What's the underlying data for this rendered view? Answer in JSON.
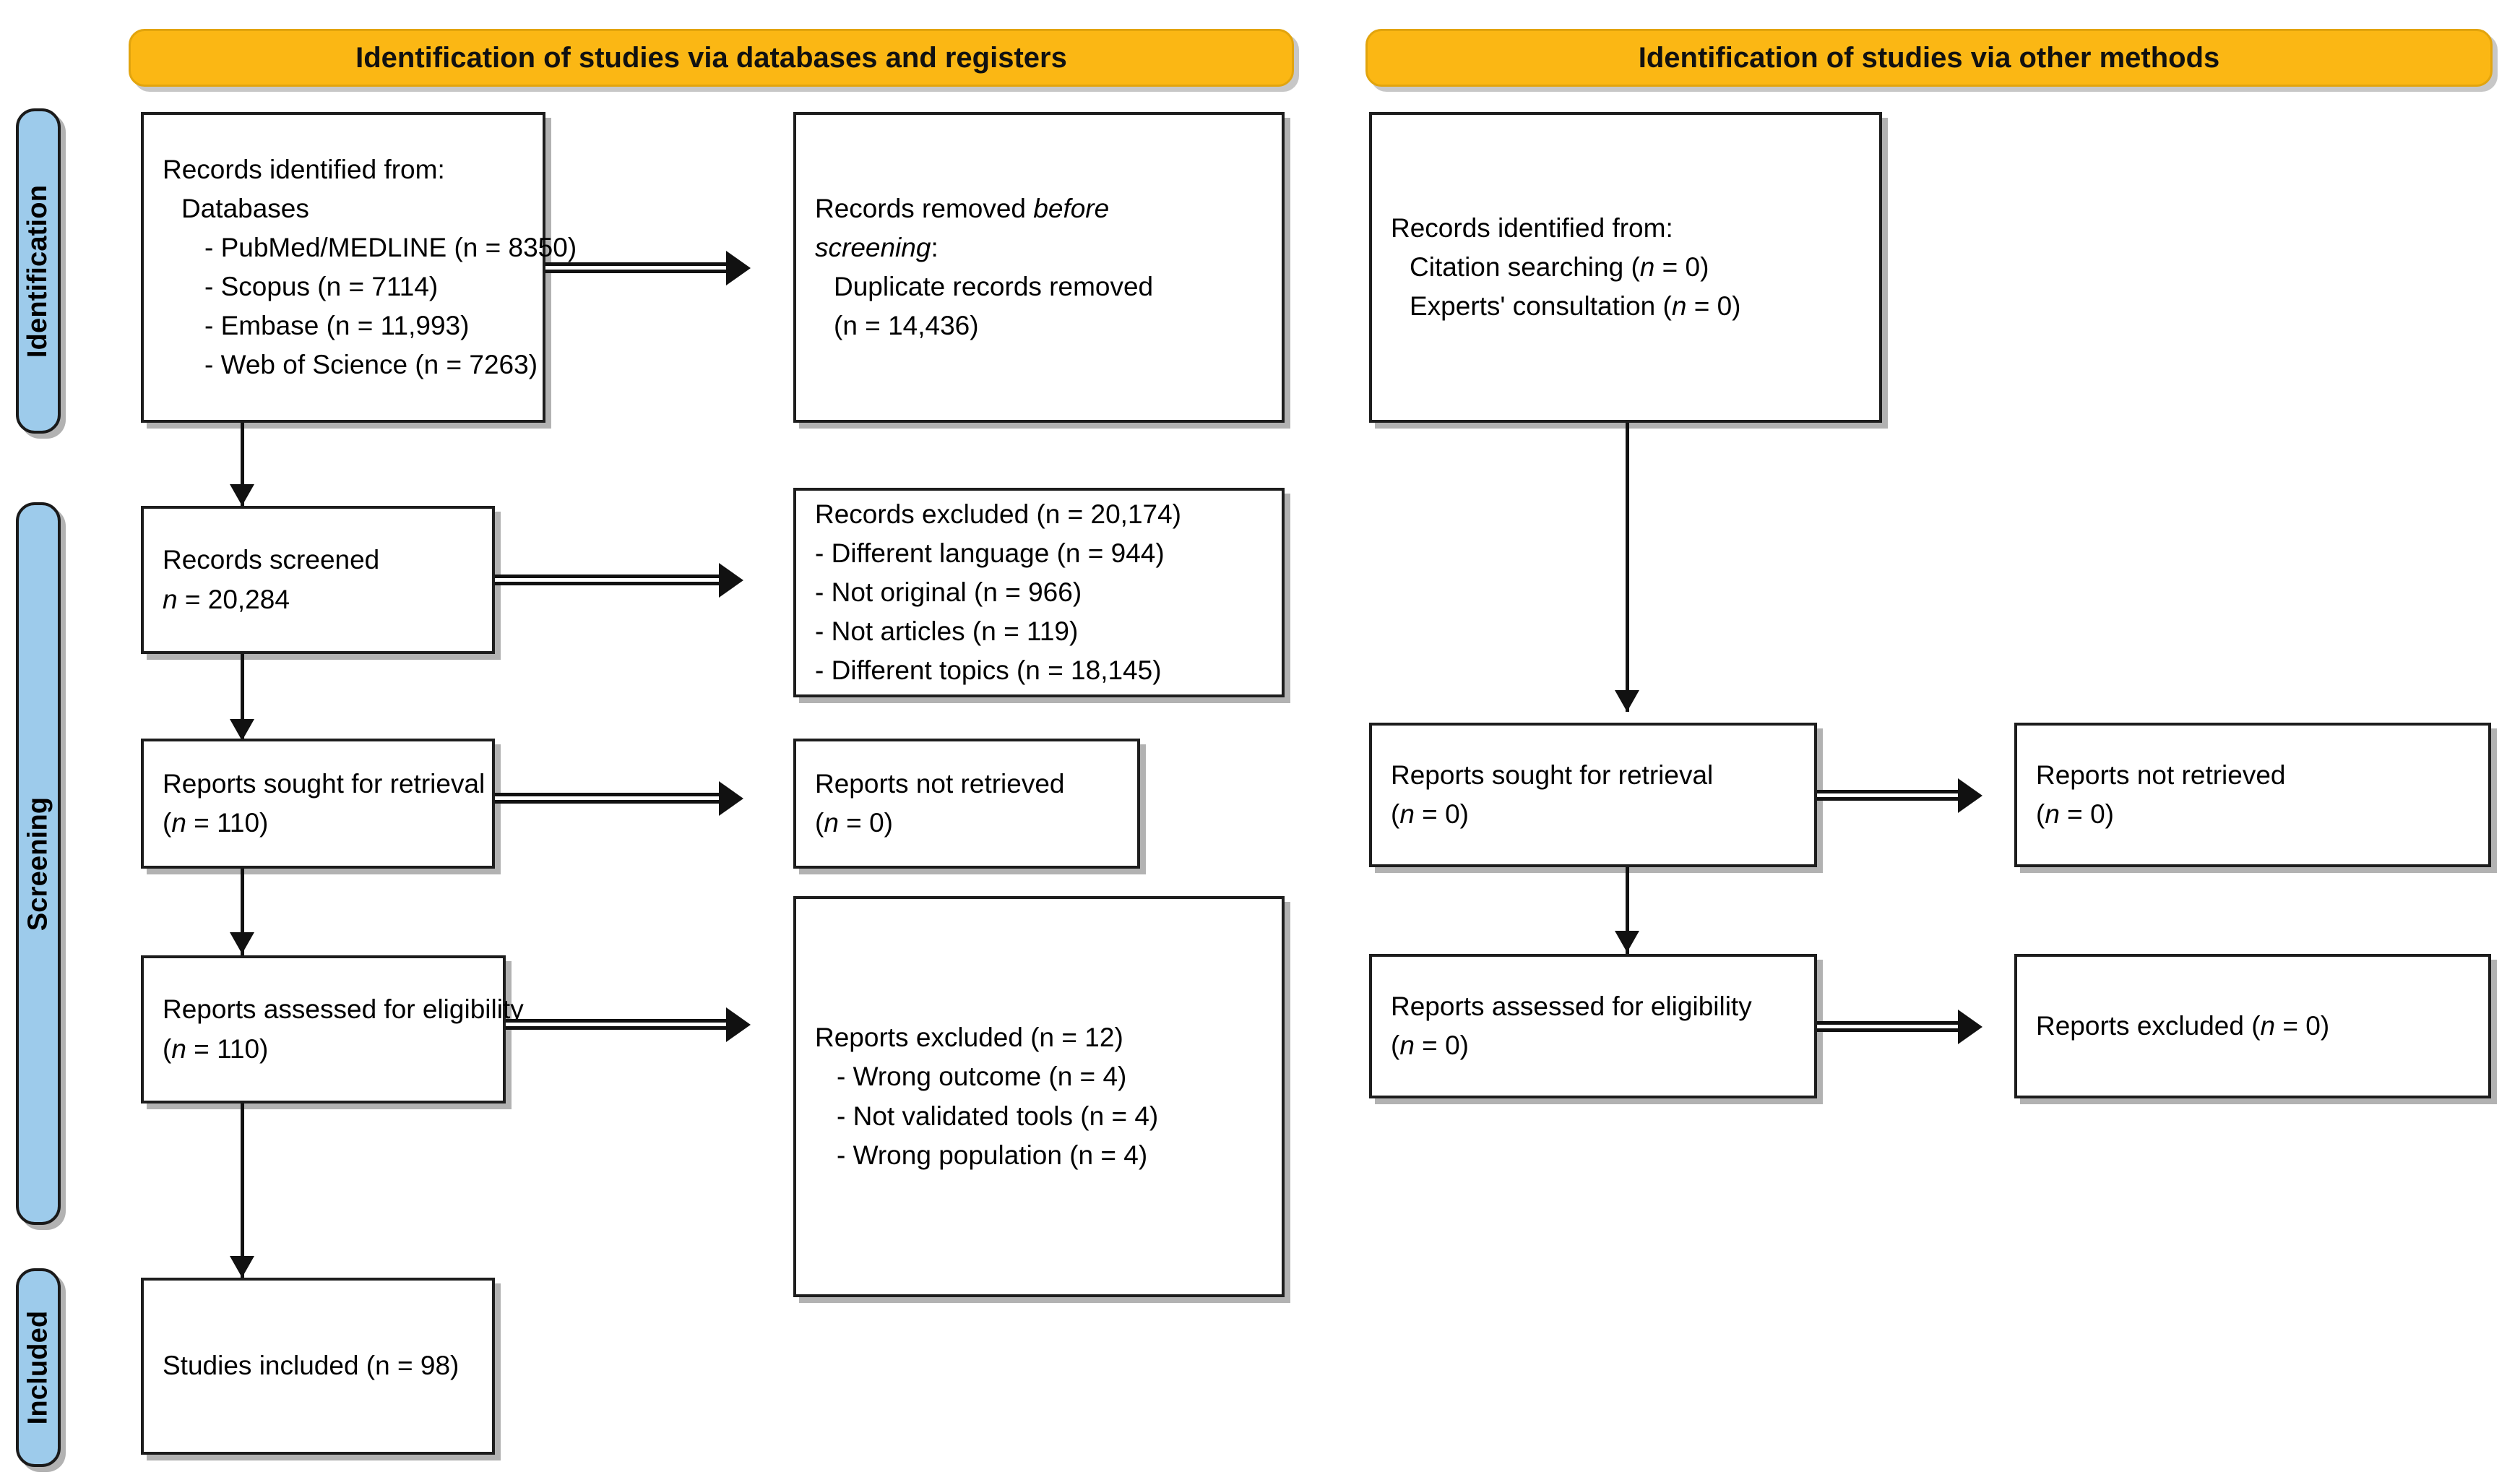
{
  "phases": [
    {
      "label": "Identification"
    },
    {
      "label": "Screening"
    },
    {
      "label": "Included"
    }
  ],
  "banners": [
    {
      "label": "Identification of studies via databases and registers"
    },
    {
      "label": "Identification of studies via other methods"
    }
  ],
  "colors": {
    "banner_fill": "#FBB714",
    "phase_tab_fill": "#9DCBEB",
    "box_border": "#1D1D1D",
    "text": "#000000"
  },
  "databases_column": {
    "records_identified": {
      "line1": "Records identified from:",
      "line2": "Databases",
      "items": [
        "- PubMed/MEDLINE (n = 8350)",
        "- Scopus (n = 7114)",
        "- Embase (n = 11,993)",
        "- Web of Science (n = 7263)"
      ]
    },
    "records_removed": {
      "line1": "Records removed before",
      "line2": "screening:",
      "line3": "Duplicate records removed",
      "line4": "(n = 14,436)"
    },
    "records_screened": {
      "line1": "Records screened",
      "line2": "(n = 20,284)"
    },
    "records_excluded": {
      "line1": "Records excluded (n = 20,174)",
      "items": [
        "- Different language (n = 944)",
        "- Not original (n = 966)",
        "- Not articles (n = 119)",
        "- Different topics (n = 18,145)"
      ]
    },
    "reports_sought": {
      "line1": "Reports sought for retrieval",
      "line2": "(n = 110)"
    },
    "reports_not_retrieved": {
      "line1": "Reports not retrieved",
      "line2": "(n = 0)"
    },
    "reports_assessed": {
      "line1": "Reports assessed for eligibility",
      "line2": "(n = 110)"
    },
    "reports_excluded": {
      "line1": "Reports excluded (n = 12)",
      "items": [
        "- Wrong outcome (n = 4)",
        "- Not validated tools (n = 4)",
        "- Wrong population (n = 4)"
      ]
    },
    "studies_included": {
      "line1": "Studies included (n = 98)"
    }
  },
  "other_methods_column": {
    "records_identified": {
      "line1": "Records identified from:",
      "line2": "Citation searching (n = 0)",
      "line3": "Experts' consultation (n = 0)"
    },
    "reports_sought": {
      "line1": "Reports sought for retrieval",
      "line2": "(n = 0)"
    },
    "reports_not_retrieved": {
      "line1": "Reports not retrieved",
      "line2": "(n = 0)"
    },
    "reports_assessed": {
      "line1": "Reports assessed for eligibility",
      "line2": "(n = 0)"
    },
    "reports_excluded": {
      "line1": "Reports excluded (n = 0)"
    }
  }
}
